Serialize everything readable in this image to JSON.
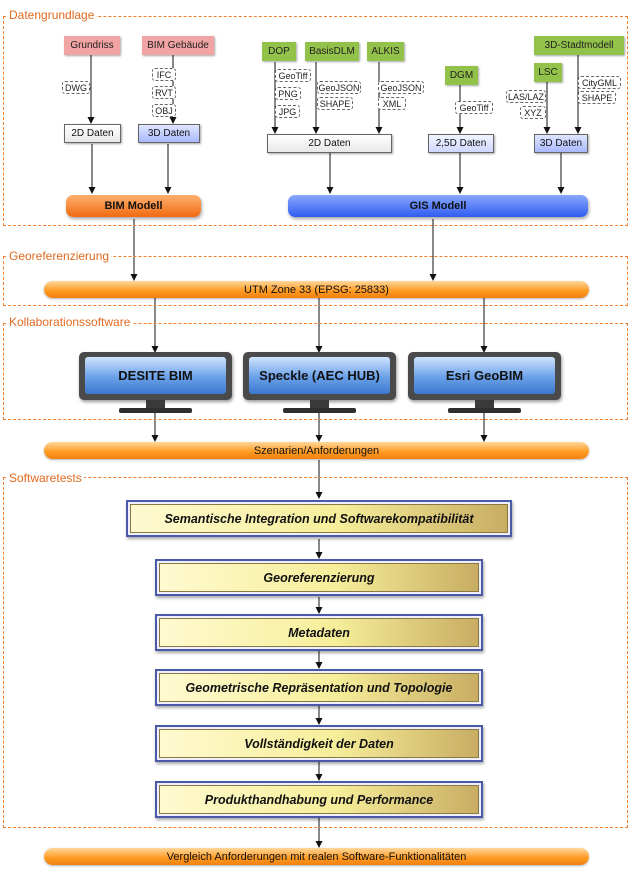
{
  "sections": {
    "datengrundlage": "Datengrundlage",
    "georeferenzierung": "Georeferenzierung",
    "kollaboration": "Kollaborationssoftware",
    "softwaretests": "Softwaretests"
  },
  "sources": {
    "grundriss": "Grundriss",
    "bim_gebaeude": "BIM Gebäude",
    "dop": "DOP",
    "basisdlm": "BasisDLM",
    "alkis": "ALKIS",
    "dgm": "DGM",
    "lsc": "LSC",
    "stadtmodell": "3D-Stadtmodell"
  },
  "formats": {
    "dwg": "DWG",
    "ifc": "IFC",
    "rvt": "RVT",
    "obj": "OBJ",
    "geotiff_dop": "GeoTiff",
    "png": "PNG",
    "jpg": "JPG",
    "geojson_dlm": "GeoJSON",
    "shape_dlm": "SHAPE",
    "geojson_alkis": "GeoJSON",
    "xml": "XML",
    "geotiff_dgm": "GeoTiff",
    "laslaz": "LAS/LAZ",
    "xyz": "XYZ",
    "citygml": "CityGML",
    "shape_stadt": "SHAPE"
  },
  "daten": {
    "bim_2d": "2D Daten",
    "bim_3d": "3D Daten",
    "gis_2d": "2D Daten",
    "gis_25d": "2,5D Daten",
    "gis_3d": "3D Daten"
  },
  "models": {
    "bim": "BIM Modell",
    "gis": "GIS Modell"
  },
  "utm": "UTM Zone 33 (EPSG: 25833)",
  "software": [
    "DESITE BIM",
    "Speckle (AEC HUB)",
    "Esri GeoBIM"
  ],
  "szenarien": "Szenarien/Anforderungen",
  "tests": [
    "Semantische Integration und Softwarekompatibilität",
    "Georeferenzierung",
    "Metadaten",
    "Geometrische Repräsentation und Topologie",
    "Vollständigkeit der Daten",
    "Produkthandhabung und Performance"
  ],
  "vergleich": "Vergleich Anforderungen mit realen Software-Funktionalitäten",
  "colors": {
    "section_border": "#f08030",
    "section_title": "#e06a20",
    "bim_model": "#f06a10",
    "gis_model": "#2f5cf0",
    "pill": "#ff9a20",
    "source_pink": "#f2a3a3",
    "source_green": "#93c24a"
  }
}
